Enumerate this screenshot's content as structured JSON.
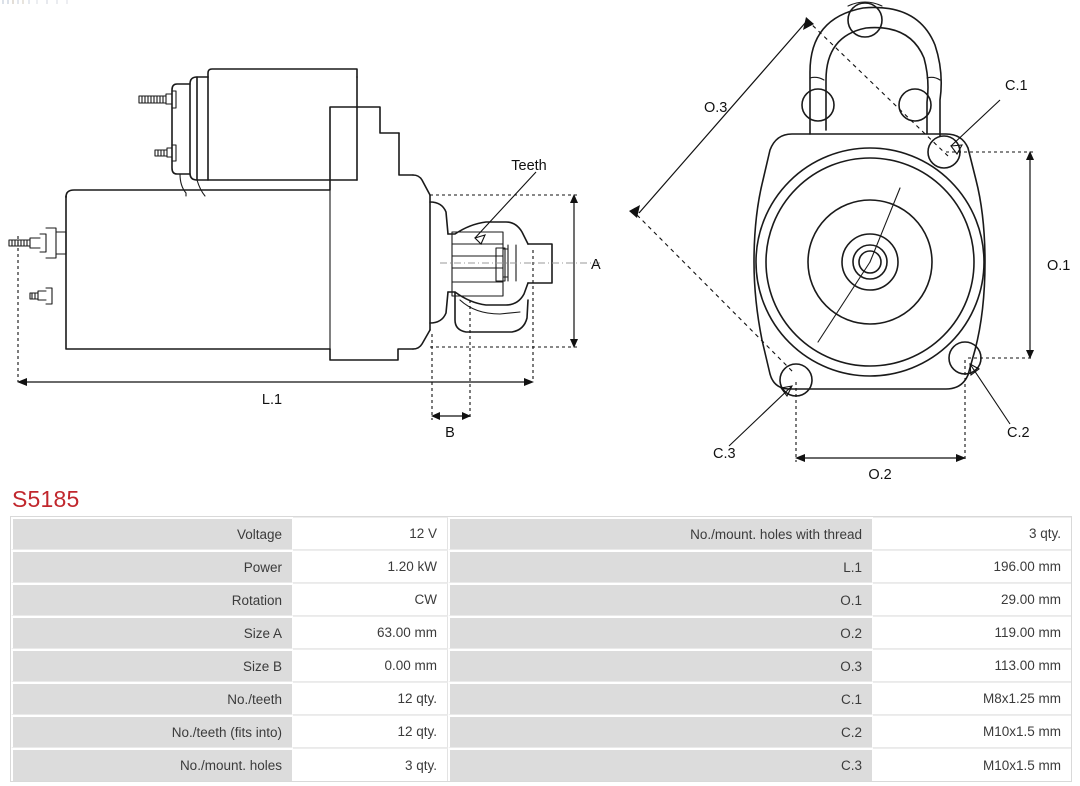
{
  "part_number": "S5185",
  "drawings": {
    "side_view": {
      "labels": [
        {
          "name": "teeth-callout",
          "text": "Teeth"
        },
        {
          "name": "overall-length",
          "text": "L.1"
        },
        {
          "name": "size-a",
          "text": "A"
        },
        {
          "name": "size-b",
          "text": "B"
        }
      ]
    },
    "end_view": {
      "labels": [
        {
          "name": "o3-dim",
          "text": "O.3"
        },
        {
          "name": "o1-dim",
          "text": "O.1"
        },
        {
          "name": "o2-dim",
          "text": "O.2"
        },
        {
          "name": "c1-hole",
          "text": "C.1"
        },
        {
          "name": "c2-hole",
          "text": "C.2"
        },
        {
          "name": "c3-hole",
          "text": "C.3"
        }
      ]
    }
  },
  "specs": {
    "left": [
      {
        "label": "Voltage",
        "value": "12 V"
      },
      {
        "label": "Power",
        "value": "1.20 kW"
      },
      {
        "label": "Rotation",
        "value": "CW"
      },
      {
        "label": "Size A",
        "value": "63.00 mm"
      },
      {
        "label": "Size B",
        "value": "0.00 mm"
      },
      {
        "label": "No./teeth",
        "value": "12 qty."
      },
      {
        "label": "No./teeth (fits into)",
        "value": "12 qty."
      },
      {
        "label": "No./mount. holes",
        "value": "3 qty."
      }
    ],
    "right": [
      {
        "label": "No./mount. holes with thread",
        "value": "3 qty."
      },
      {
        "label": "L.1",
        "value": "196.00 mm"
      },
      {
        "label": "O.1",
        "value": "29.00 mm"
      },
      {
        "label": "O.2",
        "value": "119.00 mm"
      },
      {
        "label": "O.3",
        "value": "113.00 mm"
      },
      {
        "label": "C.1",
        "value": "M8x1.25 mm"
      },
      {
        "label": "C.2",
        "value": "M10x1.5 mm"
      },
      {
        "label": "C.3",
        "value": "M10x1.5 mm"
      }
    ]
  },
  "colors": {
    "title": "#c1272d",
    "label_bg": "#dcdcdc",
    "value_bg": "#ffffff",
    "text": "#3b3b3b",
    "line": "#1a1a1a"
  }
}
